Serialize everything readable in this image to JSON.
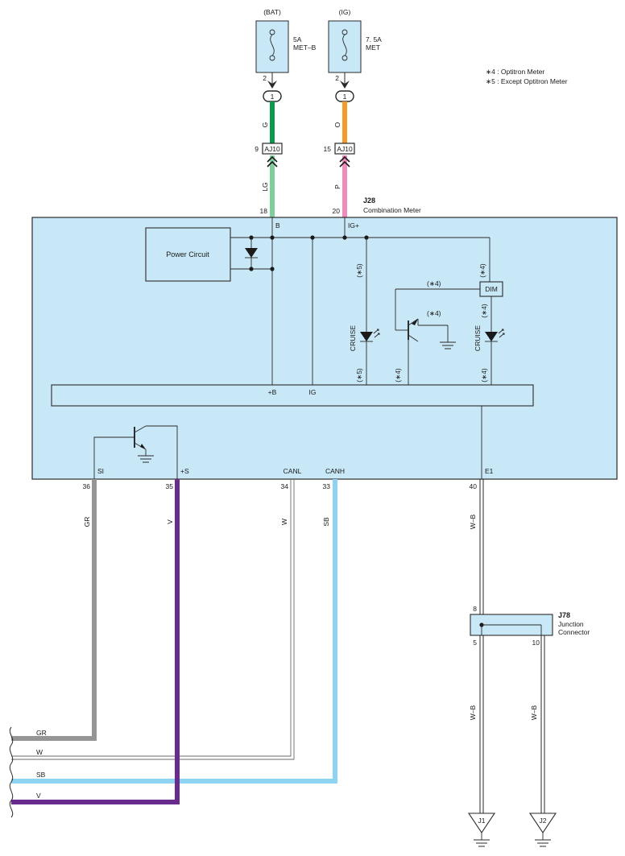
{
  "notes": {
    "n4": "∗4 : Optitron Meter",
    "n5": "∗5 : Except Optitron Meter"
  },
  "fuses": {
    "bat": {
      "source": "(BAT)",
      "rating": "5A",
      "name": "MET–B",
      "pin": "2"
    },
    "ig": {
      "source": "(IG)",
      "rating": "7. 5A",
      "name": "MET",
      "pin": "2"
    }
  },
  "circle_connector": {
    "bat": "1",
    "ig": "1"
  },
  "wires_upper": {
    "bat_top": "G",
    "ig_top": "O",
    "bat_bottom": "LG",
    "ig_bottom": "P"
  },
  "aj10": {
    "label": "AJ10",
    "bat_pin": "9",
    "ig_pin": "15"
  },
  "combination_meter": {
    "id": "J28",
    "name": "Combination Meter",
    "pin_b_num": "18",
    "pin_b": "B",
    "pin_ig_num": "20",
    "pin_ig": "IG+",
    "power_circuit": "Power Circuit",
    "dim": "DIM",
    "cruise": "CRUISE",
    "bus_b": "+B",
    "bus_ig": "IG",
    "tag4": "(∗4)",
    "tag5": "(∗5)",
    "pins": [
      {
        "name": "SI",
        "num": "36",
        "wire": "GR"
      },
      {
        "name": "+S",
        "num": "35",
        "wire": "V"
      },
      {
        "name": "CANL",
        "num": "34",
        "wire": "W"
      },
      {
        "name": "CANH",
        "num": "33",
        "wire": "SB"
      },
      {
        "name": "E1",
        "num": "40",
        "wire": "W–B"
      }
    ]
  },
  "junction": {
    "id": "J78",
    "name_line1": "Junction",
    "name_line2": "Connector",
    "pin_in": "8",
    "pin_out1": "5",
    "pin_out2": "10",
    "wire1": "W–B",
    "wire2": "W–B"
  },
  "grounds": {
    "g1": "J1",
    "g2": "J2"
  },
  "left_wires": [
    "GR",
    "W",
    "SB",
    "V"
  ],
  "colors": {
    "meter_fill": "#c9e8f7",
    "green": "#0a9a4a",
    "light_green": "#7fcf9c",
    "orange": "#f39a2a",
    "pink": "#ee8cbd",
    "gray": "#959595",
    "purple": "#6a2b8e",
    "light_blue": "#8fd3f2"
  }
}
